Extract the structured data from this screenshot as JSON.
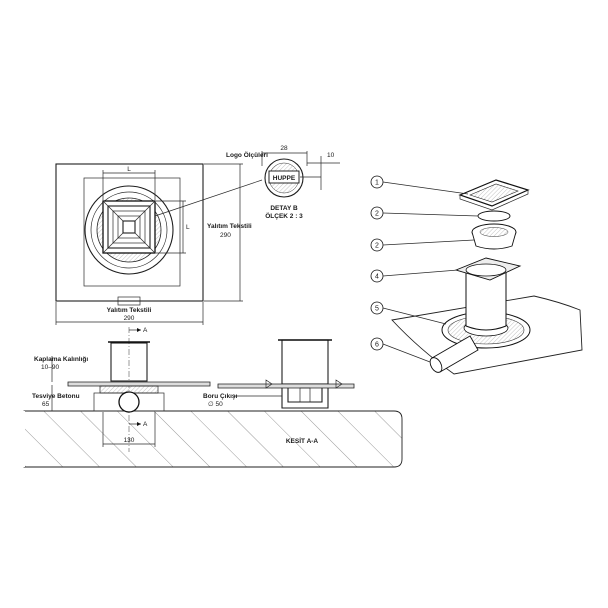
{
  "plan_view": {
    "dim_L_top": "L",
    "dim_L_side": "L",
    "side_label": "Yalıtım Tekstili",
    "side_value": "290",
    "bottom_label": "Yalıtım Tekstili",
    "bottom_value": "290"
  },
  "detail_b": {
    "title": "Logo Ölçüleri",
    "dim_28": "28",
    "dim_10": "10",
    "logo_text": "HUPPE",
    "name": "DETAY B",
    "scale": "ÖLÇEK 2 : 3"
  },
  "section_view": {
    "marker_a_top": "A",
    "marker_a_bottom": "A",
    "coating_label": "Kaplama Kalınlığı",
    "coating_value": "10–90",
    "screed_label": "Tesviye Betonu",
    "screed_value": "65",
    "dim_130": "130",
    "pipe_label": "Boru Çıkışı",
    "pipe_value": "∅ 50",
    "section_name": "KESİT A-A"
  },
  "exploded_view": {
    "callouts": [
      "1",
      "2",
      "2",
      "4",
      "5",
      "6"
    ]
  }
}
